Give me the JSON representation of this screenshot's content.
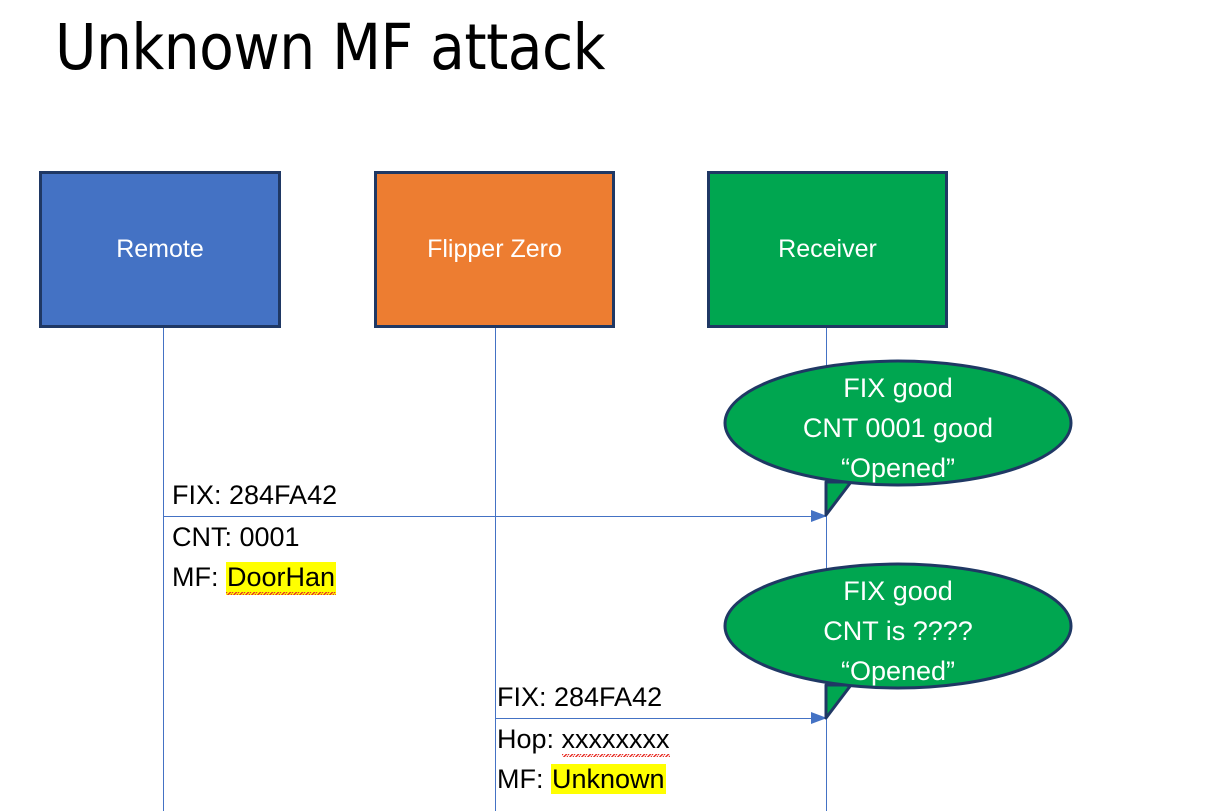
{
  "slide": {
    "title": "Unknown MF attack",
    "background": "#ffffff"
  },
  "colors": {
    "remote_fill": "#4472C4",
    "flipper_fill": "#ED7D31",
    "receiver_fill": "#00A650",
    "box_border": "#1F3864",
    "lifeline": "#4472C4",
    "arrow": "#4472C4",
    "callout_fill": "#00A650",
    "callout_border": "#1F3864",
    "highlight": "#FFFF00",
    "spellcheck_underline": "#E8332A",
    "text_dark": "#000000",
    "text_light": "#FFFFFF"
  },
  "actors": [
    {
      "id": "remote",
      "label": "Remote"
    },
    {
      "id": "flipper",
      "label": "Flipper Zero"
    },
    {
      "id": "receiver",
      "label": "Receiver"
    }
  ],
  "messages": [
    {
      "id": "msg-remote-to-receiver",
      "from": "remote",
      "to": "receiver",
      "lines": [
        {
          "text": "FIX: 284FA42",
          "highlight": false,
          "spellcheck": false
        },
        {
          "text": "CNT: 0001",
          "highlight": false,
          "spellcheck": false
        }
      ],
      "label_above": "FIX: 284FA42",
      "label_line2": "CNT: 0001",
      "label_line3_prefix": "MF: ",
      "label_line3_value": "DoorHan"
    },
    {
      "id": "msg-flipper-to-receiver",
      "from": "flipper",
      "to": "receiver",
      "label_above": "FIX: 284FA42",
      "label_line2_prefix": "Hop: ",
      "label_line2_value": "xxxxxxxx",
      "label_line3_prefix": "MF: ",
      "label_line3_value": "Unknown"
    }
  ],
  "callouts": [
    {
      "id": "callout-first-reception",
      "line1": "FIX good",
      "line2": "CNT 0001 good",
      "line3": "“Opened”"
    },
    {
      "id": "callout-second-reception",
      "line1": "FIX good",
      "line2": "CNT is ????",
      "line3": "“Opened”"
    }
  ]
}
